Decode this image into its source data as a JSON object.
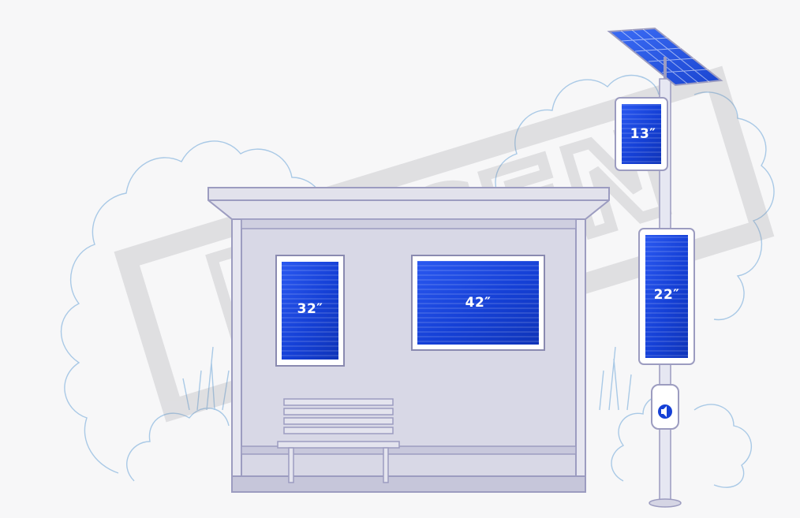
{
  "scene": {
    "screens": [
      {
        "id": "screen-32",
        "label": "32″"
      },
      {
        "id": "screen-42",
        "label": "42″"
      },
      {
        "id": "screen-13",
        "label": "13″"
      },
      {
        "id": "screen-22",
        "label": "22″"
      }
    ],
    "watermark": "DSCEN",
    "colors": {
      "screen_blue": "#1540d6",
      "screen_frame": "#ffffff",
      "shelter_fill": "#d8d8e6",
      "shelter_stroke": "#9c9cc0",
      "roof_fill": "#e2e2ec",
      "tree_stroke": "#a9c9e6",
      "pole_fill": "#e6e7f2",
      "background": "#f7f7f8"
    },
    "icons": [
      "solar-panel-icon",
      "speaker-icon"
    ]
  }
}
